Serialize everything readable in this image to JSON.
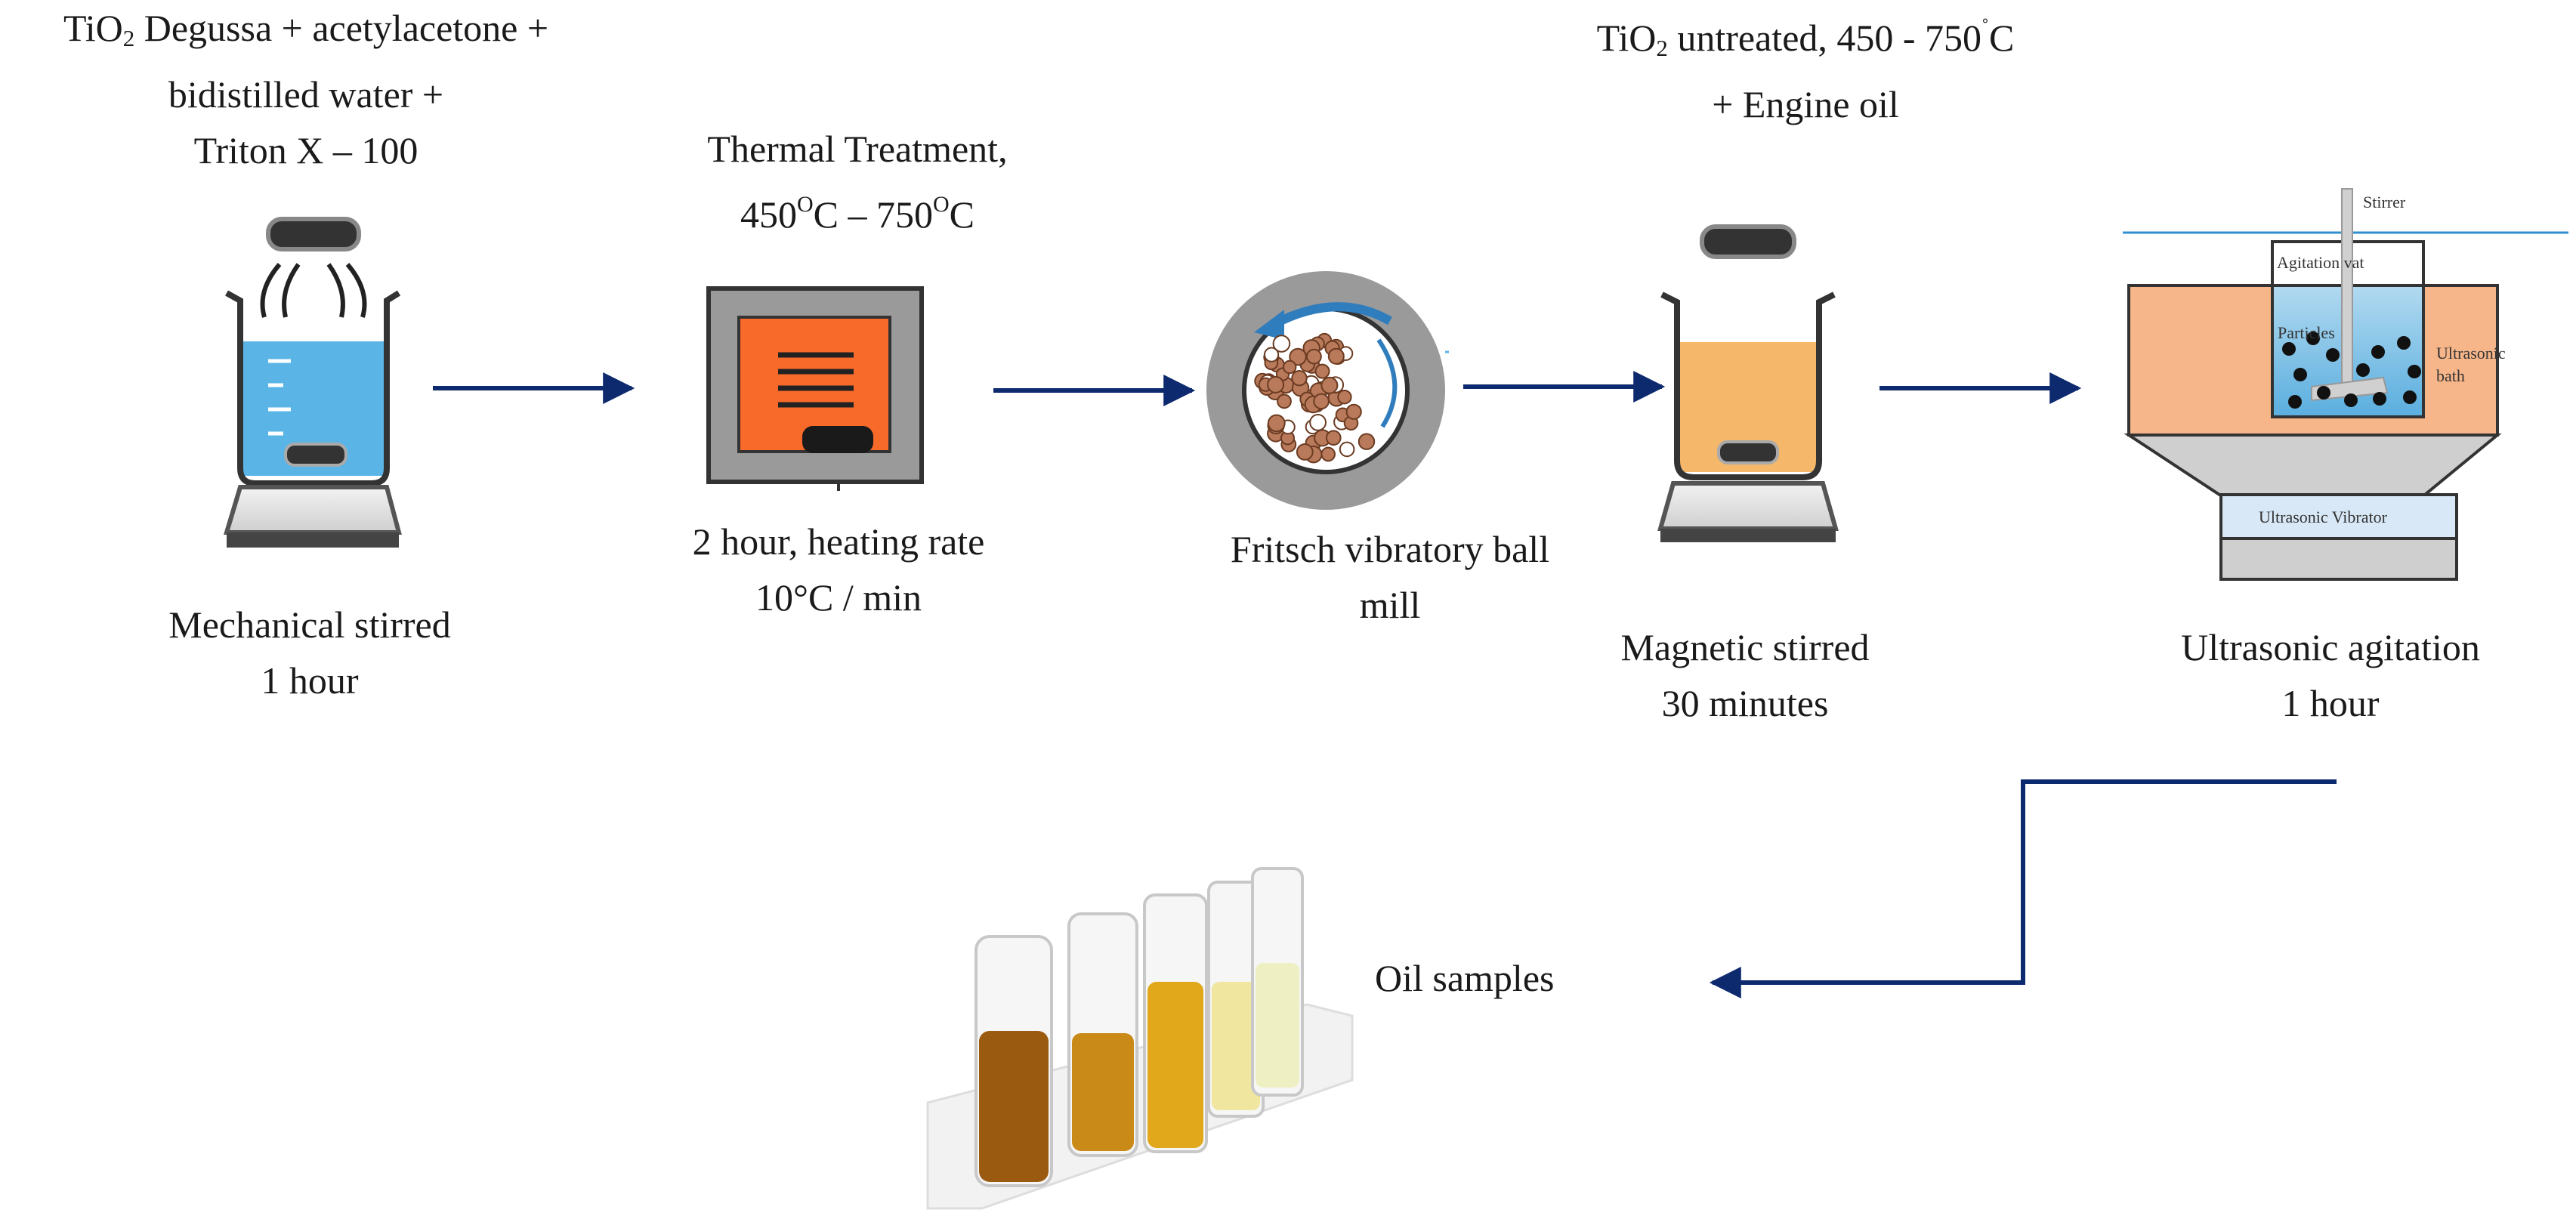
{
  "steps": {
    "ingredients": {
      "line1_a": "TiO",
      "line1_sub": "2",
      "line1_b": " Degussa + acetylacetone +",
      "line2": "bidistilled water +",
      "line3": "Triton X – 100"
    },
    "mechanical": {
      "line1": "Mechanical stirred",
      "line2": "1 hour"
    },
    "thermal": {
      "title_line1": "Thermal Treatment,",
      "title_a": "450",
      "title_sup_a": "O",
      "title_b": "C – 750",
      "title_sup_b": "O",
      "title_c": "C",
      "note_line1": "2 hour, heating rate",
      "note_line2": "10°C / min"
    },
    "ball_mill": {
      "line1": "Fritsch vibratory ball",
      "line2": "mill"
    },
    "dispersion": {
      "line1_a": "TiO",
      "line1_sub": "2",
      "line1_b": " untreated, 450 - 750",
      "line1_sup": "˚",
      "line1_c": "C",
      "line2": "+ Engine oil"
    },
    "magnetic": {
      "line1": "Magnetic stirred",
      "line2": "30 minutes"
    },
    "ultrasonic": {
      "line1": "Ultrasonic agitation",
      "line2": "1 hour",
      "labels": {
        "stirrer": "Stirrer",
        "vat": "Agitation vat",
        "particles": "Particles",
        "bath_1": "Ultrasonic",
        "bath_2": "bath",
        "vibrator": "Ultrasonic  Vibrator"
      }
    },
    "samples": {
      "label": "Oil samples"
    }
  },
  "colors": {
    "arrow": "#0d2a6e",
    "water": "#5ab4e5",
    "oil": "#f5b76a",
    "furnace_inner": "#f86a2a",
    "bath": "#f7b68a",
    "steel": "#9a9a9a"
  }
}
